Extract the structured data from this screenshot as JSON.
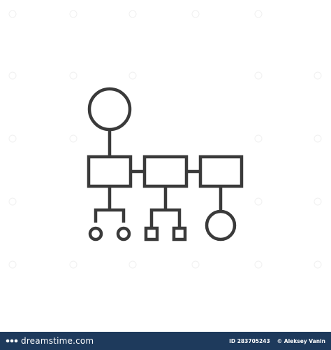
{
  "footer": {
    "logo_text": "dreamstime.com",
    "image_id": "ID 283705243",
    "author": "© Aleksey Vanin"
  },
  "colors": {
    "stroke": "#3a3a3a",
    "footer_bg": "#1e3a5c",
    "background": "#ffffff"
  },
  "icon": {
    "name": "hierarchy-structure-icon"
  }
}
